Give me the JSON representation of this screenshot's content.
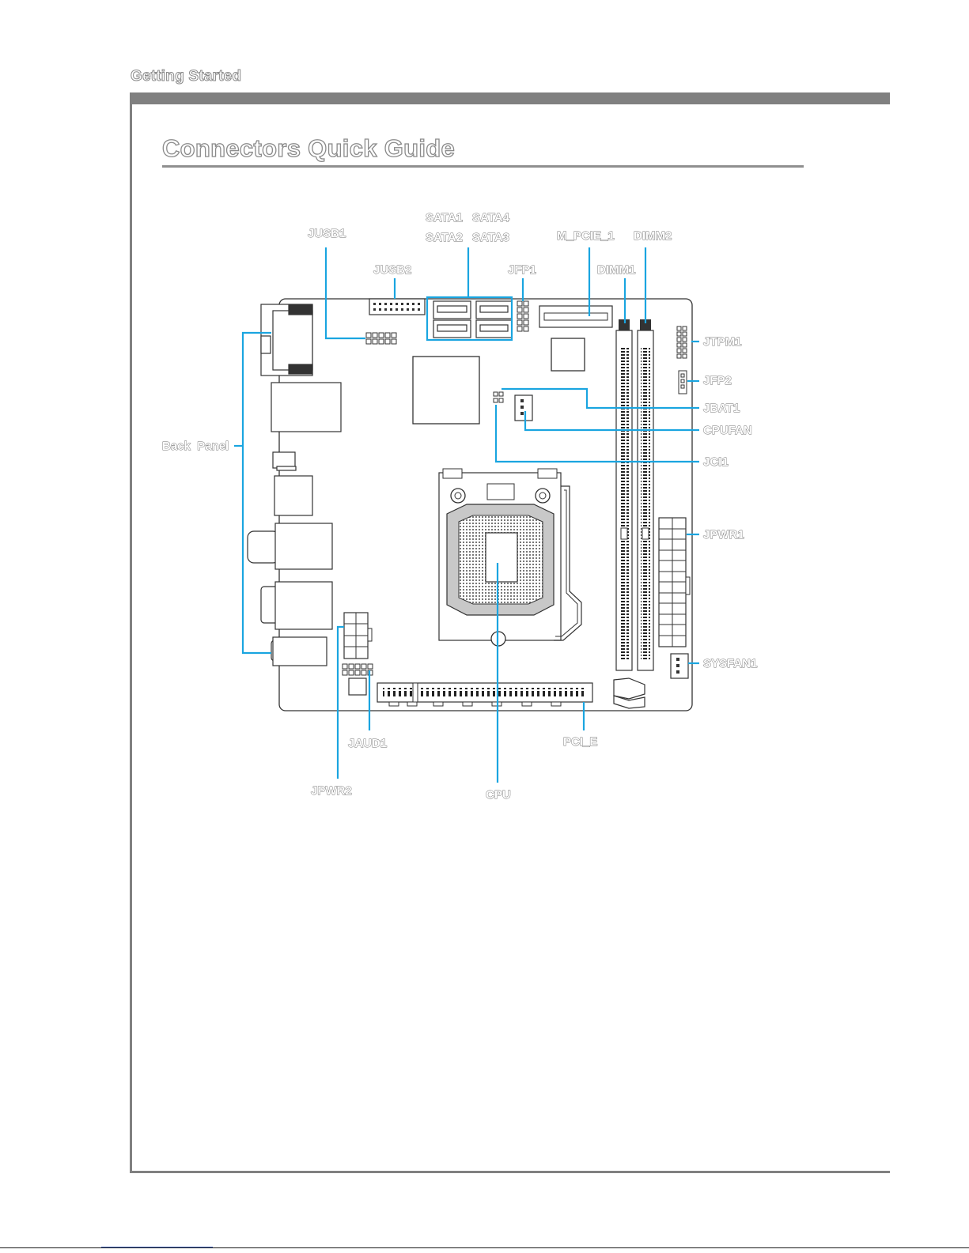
{
  "header": {
    "section": "Getting Started",
    "title": "Connectors Quick Guide"
  },
  "labels": {
    "sata1": "SATA1",
    "sata4": "SATA4",
    "sata2": "SATA2",
    "sata3": "SATA3",
    "jusb1": "JUSB1",
    "jusb2": "JUSB2",
    "jfp1": "JFP1",
    "m_pcie_1": "M_PCIE_1",
    "dimm2": "DIMM2",
    "dimm1": "DIMM1",
    "jtpm1": "JTPM1",
    "jfp2": "JFP2",
    "jbat1": "JBAT1",
    "cpufan": "CPUFAN",
    "jci1": "JCI1",
    "back_panel": "Back  Panel",
    "jpwr1": "JPWR1",
    "sysfan1": "SYSFAN1",
    "jaud1": "JAUD1",
    "pci_e": "PCI_E",
    "jpwr2": "JPWR2",
    "cpu": "CPU"
  },
  "colors": {
    "callout": "#1aa5e0",
    "rule": "#808080"
  }
}
